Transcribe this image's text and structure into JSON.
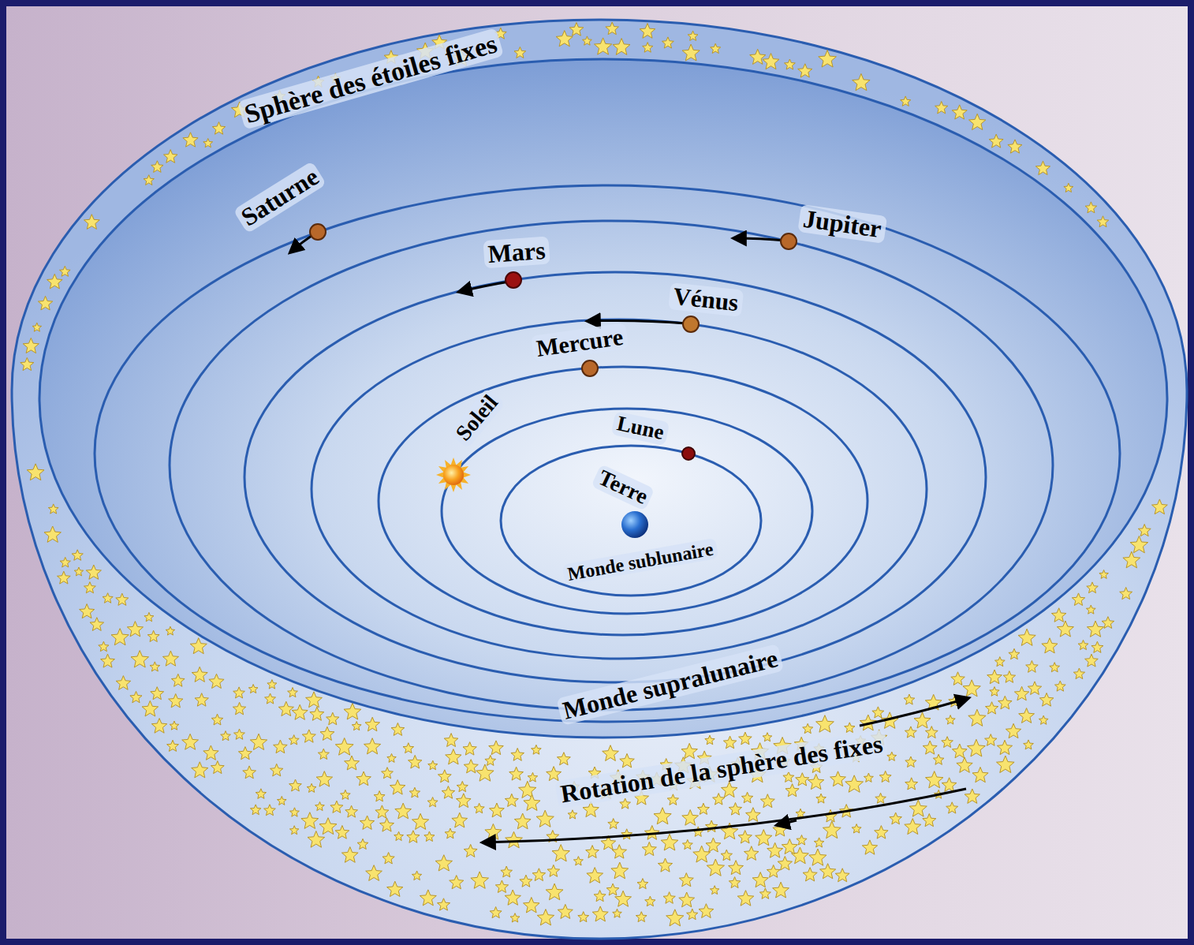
{
  "diagram": {
    "labels": [
      "Sphère des étoiles fixes",
      "Saturne",
      "Jupiter",
      "Mars",
      "Vénus",
      "Mercure",
      "Soleil",
      "Lune",
      "Terre",
      "Monde sublunaire",
      "Monde supralunaire",
      "Rotation de la sphère des fixes"
    ]
  }
}
